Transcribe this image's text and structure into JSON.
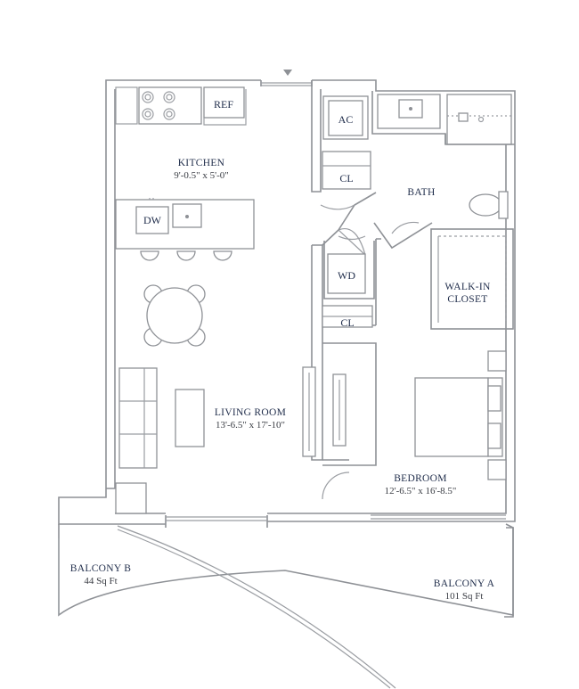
{
  "rooms": {
    "kitchen": {
      "name": "KITCHEN",
      "dims": "9'-0.5\" x 5'-0\""
    },
    "living_room": {
      "name": "LIVING ROOM",
      "dims": "13'-6.5\" x 17'-10\""
    },
    "bedroom": {
      "name": "BEDROOM",
      "dims": "12'-6.5\" x 16'-8.5\""
    },
    "bath": {
      "name": "BATH"
    },
    "walk_in_closet": {
      "line1": "WALK-IN",
      "line2": "CLOSET"
    }
  },
  "fixtures": {
    "ref": "REF",
    "ac": "AC",
    "cl_upper": "CL",
    "cl_lower": "CL",
    "dw": "DW",
    "wd": "WD"
  },
  "balconies": {
    "b": {
      "name": "BALCONY B",
      "area": "44 Sq Ft"
    },
    "a": {
      "name": "BALCONY A",
      "area": "101 Sq Ft"
    }
  },
  "colors": {
    "wall": "#8e9196",
    "label": "#1f2c4a"
  }
}
